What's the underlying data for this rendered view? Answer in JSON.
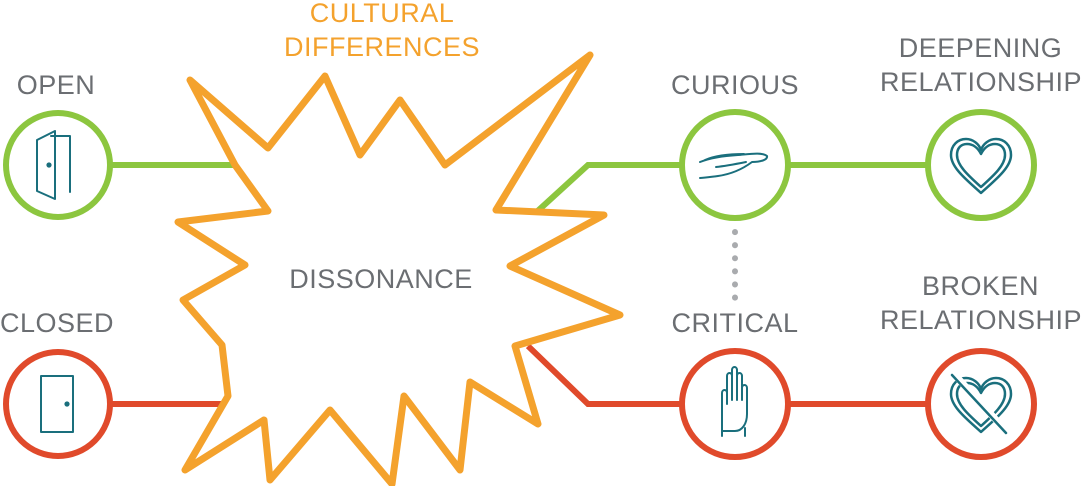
{
  "colors": {
    "green": "#8cc63f",
    "red": "#e04a2b",
    "orange": "#f4a22d",
    "teal": "#1a6f7d",
    "dots": "#a9abae",
    "text": "#6b6e72"
  },
  "labels": {
    "cultural_differences_line1": "CULTURAL",
    "cultural_differences_line2": "DIFFERENCES",
    "open": "OPEN",
    "closed": "CLOSED",
    "dissonance": "DISSONANCE",
    "curious": "CURIOUS",
    "critical": "CRITICAL",
    "deepening_line1": "DEEPENING",
    "deepening_line2": "RELATIONSHIP",
    "broken_line1": "BROKEN",
    "broken_line2": "RELATIONSHIP"
  },
  "nodes": [
    {
      "id": "open",
      "icon": "open-door-icon",
      "color": "green"
    },
    {
      "id": "closed",
      "icon": "closed-door-icon",
      "color": "red"
    },
    {
      "id": "curious",
      "icon": "open-hand-icon",
      "color": "green"
    },
    {
      "id": "critical",
      "icon": "stop-hand-icon",
      "color": "red"
    },
    {
      "id": "deepening-relationship",
      "icon": "heart-icon",
      "color": "green"
    },
    {
      "id": "broken-relationship",
      "icon": "broken-heart-icon",
      "color": "red"
    }
  ]
}
